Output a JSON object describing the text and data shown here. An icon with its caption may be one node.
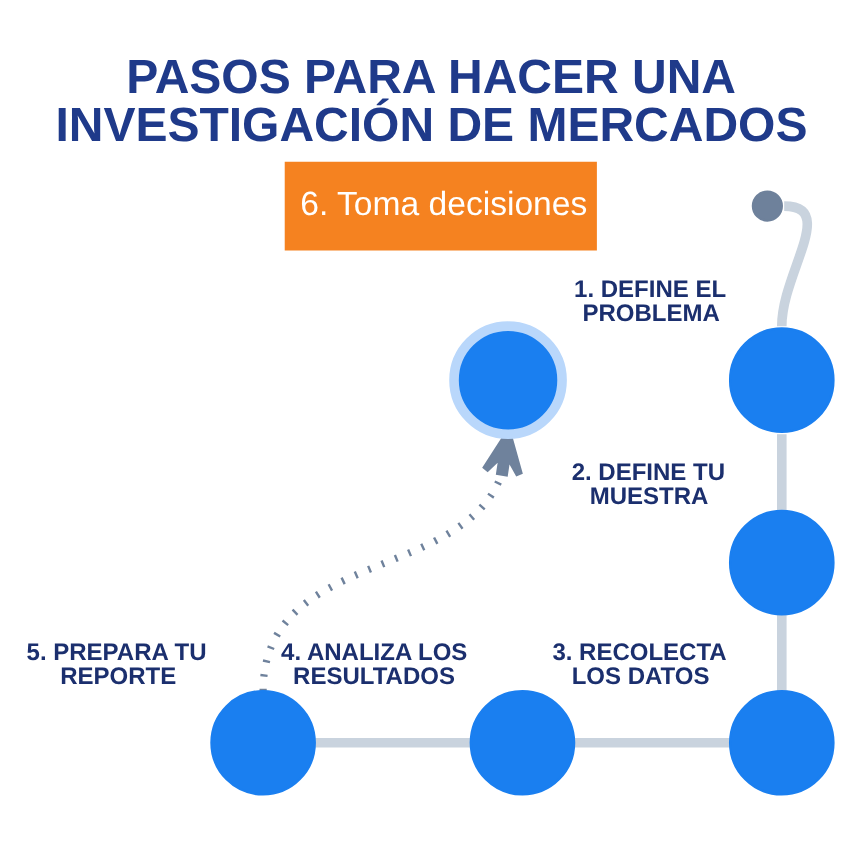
{
  "diagram": {
    "title": "PASOS PARA HACER UNA INVESTIGACIÓN DE MERCADOS",
    "nodes": [
      {
        "text": [
          "6. Toma decisiones"
        ]
      },
      {
        "text": [],
        "shape": "circle"
      },
      {
        "text": [],
        "shape": "circle"
      },
      {
        "text": [],
        "shape": "circle",
        "beside": [
          "1. DEFINE EL PROBLEMA"
        ]
      },
      {
        "text": [],
        "shape": "circle",
        "beside": [
          "2. DEFINE TU MUESTRA"
        ]
      },
      {
        "text": [],
        "shape": "circle",
        "beside": [
          "3. RECOLECTA LOS DATOS"
        ]
      },
      {
        "text": [],
        "shape": "circle",
        "beside": [
          "4. ANALIZA LOS RESULTADOS"
        ]
      },
      {
        "text": [],
        "shape": "circle",
        "beside": [
          "5. PREPARA TU REPORTE"
        ]
      }
    ],
    "edges": [
      {
        "from": 2,
        "to": 3,
        "arrow": "none"
      },
      {
        "from": 3,
        "to": 4,
        "arrow": "none"
      },
      {
        "from": 4,
        "to": 5,
        "arrow": "none"
      },
      {
        "from": 5,
        "to": 6,
        "arrow": "none"
      },
      {
        "from": 6,
        "to": 7,
        "arrow": "none"
      },
      {
        "from": 7,
        "to": 1,
        "arrow": "to",
        "style": "dashed",
        "color": "#6f829c"
      }
    ]
  }
}
